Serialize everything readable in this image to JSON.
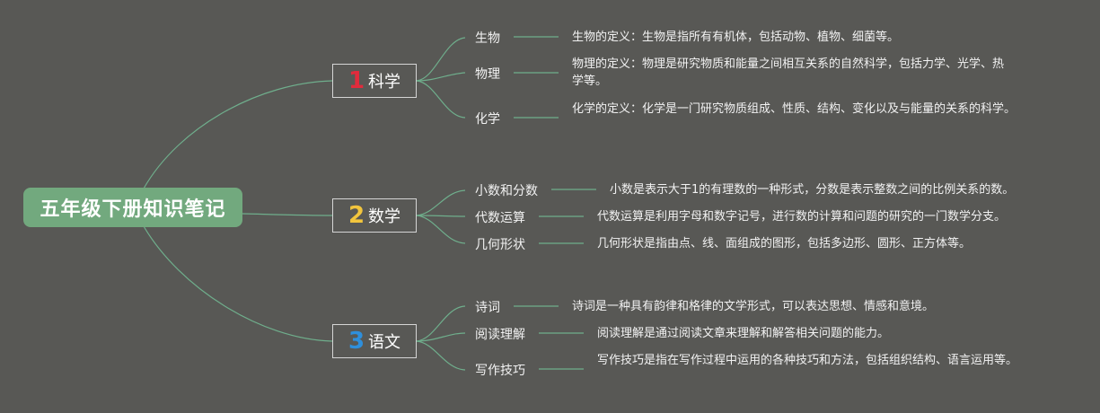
{
  "root": {
    "title": "五年级下册知识笔记"
  },
  "colors": {
    "background": "#585855",
    "root_fill": "#72a97e",
    "line": "#6fae8c",
    "num1": "#e02b3c",
    "num2": "#f2c53d",
    "num3": "#2e8fdc"
  },
  "branches": [
    {
      "num": "1",
      "name": "科学",
      "items": [
        {
          "label": "生物",
          "desc": "生物的定义：生物是指所有有机体，包括动物、植物、细菌等。"
        },
        {
          "label": "物理",
          "desc": "物理的定义：物理是研究物质和能量之间相互关系的自然科学，包括力学、光学、热学等。"
        },
        {
          "label": "化学",
          "desc": "化学的定义：化学是一门研究物质组成、性质、结构、变化以及与能量的关系的科学。"
        }
      ]
    },
    {
      "num": "2",
      "name": "数学",
      "items": [
        {
          "label": "小数和分数",
          "desc": "小数是表示大于1的有理数的一种形式，分数是表示整数之间的比例关系的数。"
        },
        {
          "label": "代数运算",
          "desc": "代数运算是利用字母和数字记号，进行数的计算和问题的研究的一门数学分支。"
        },
        {
          "label": "几何形状",
          "desc": "几何形状是指由点、线、面组成的图形，包括多边形、圆形、正方体等。"
        }
      ]
    },
    {
      "num": "3",
      "name": "语文",
      "items": [
        {
          "label": "诗词",
          "desc": "诗词是一种具有韵律和格律的文学形式，可以表达思想、情感和意境。"
        },
        {
          "label": "阅读理解",
          "desc": "阅读理解是通过阅读文章来理解和解答相关问题的能力。"
        },
        {
          "label": "写作技巧",
          "desc": "写作技巧是指在写作过程中运用的各种技巧和方法，包括组织结构、语言运用等。"
        }
      ]
    }
  ]
}
